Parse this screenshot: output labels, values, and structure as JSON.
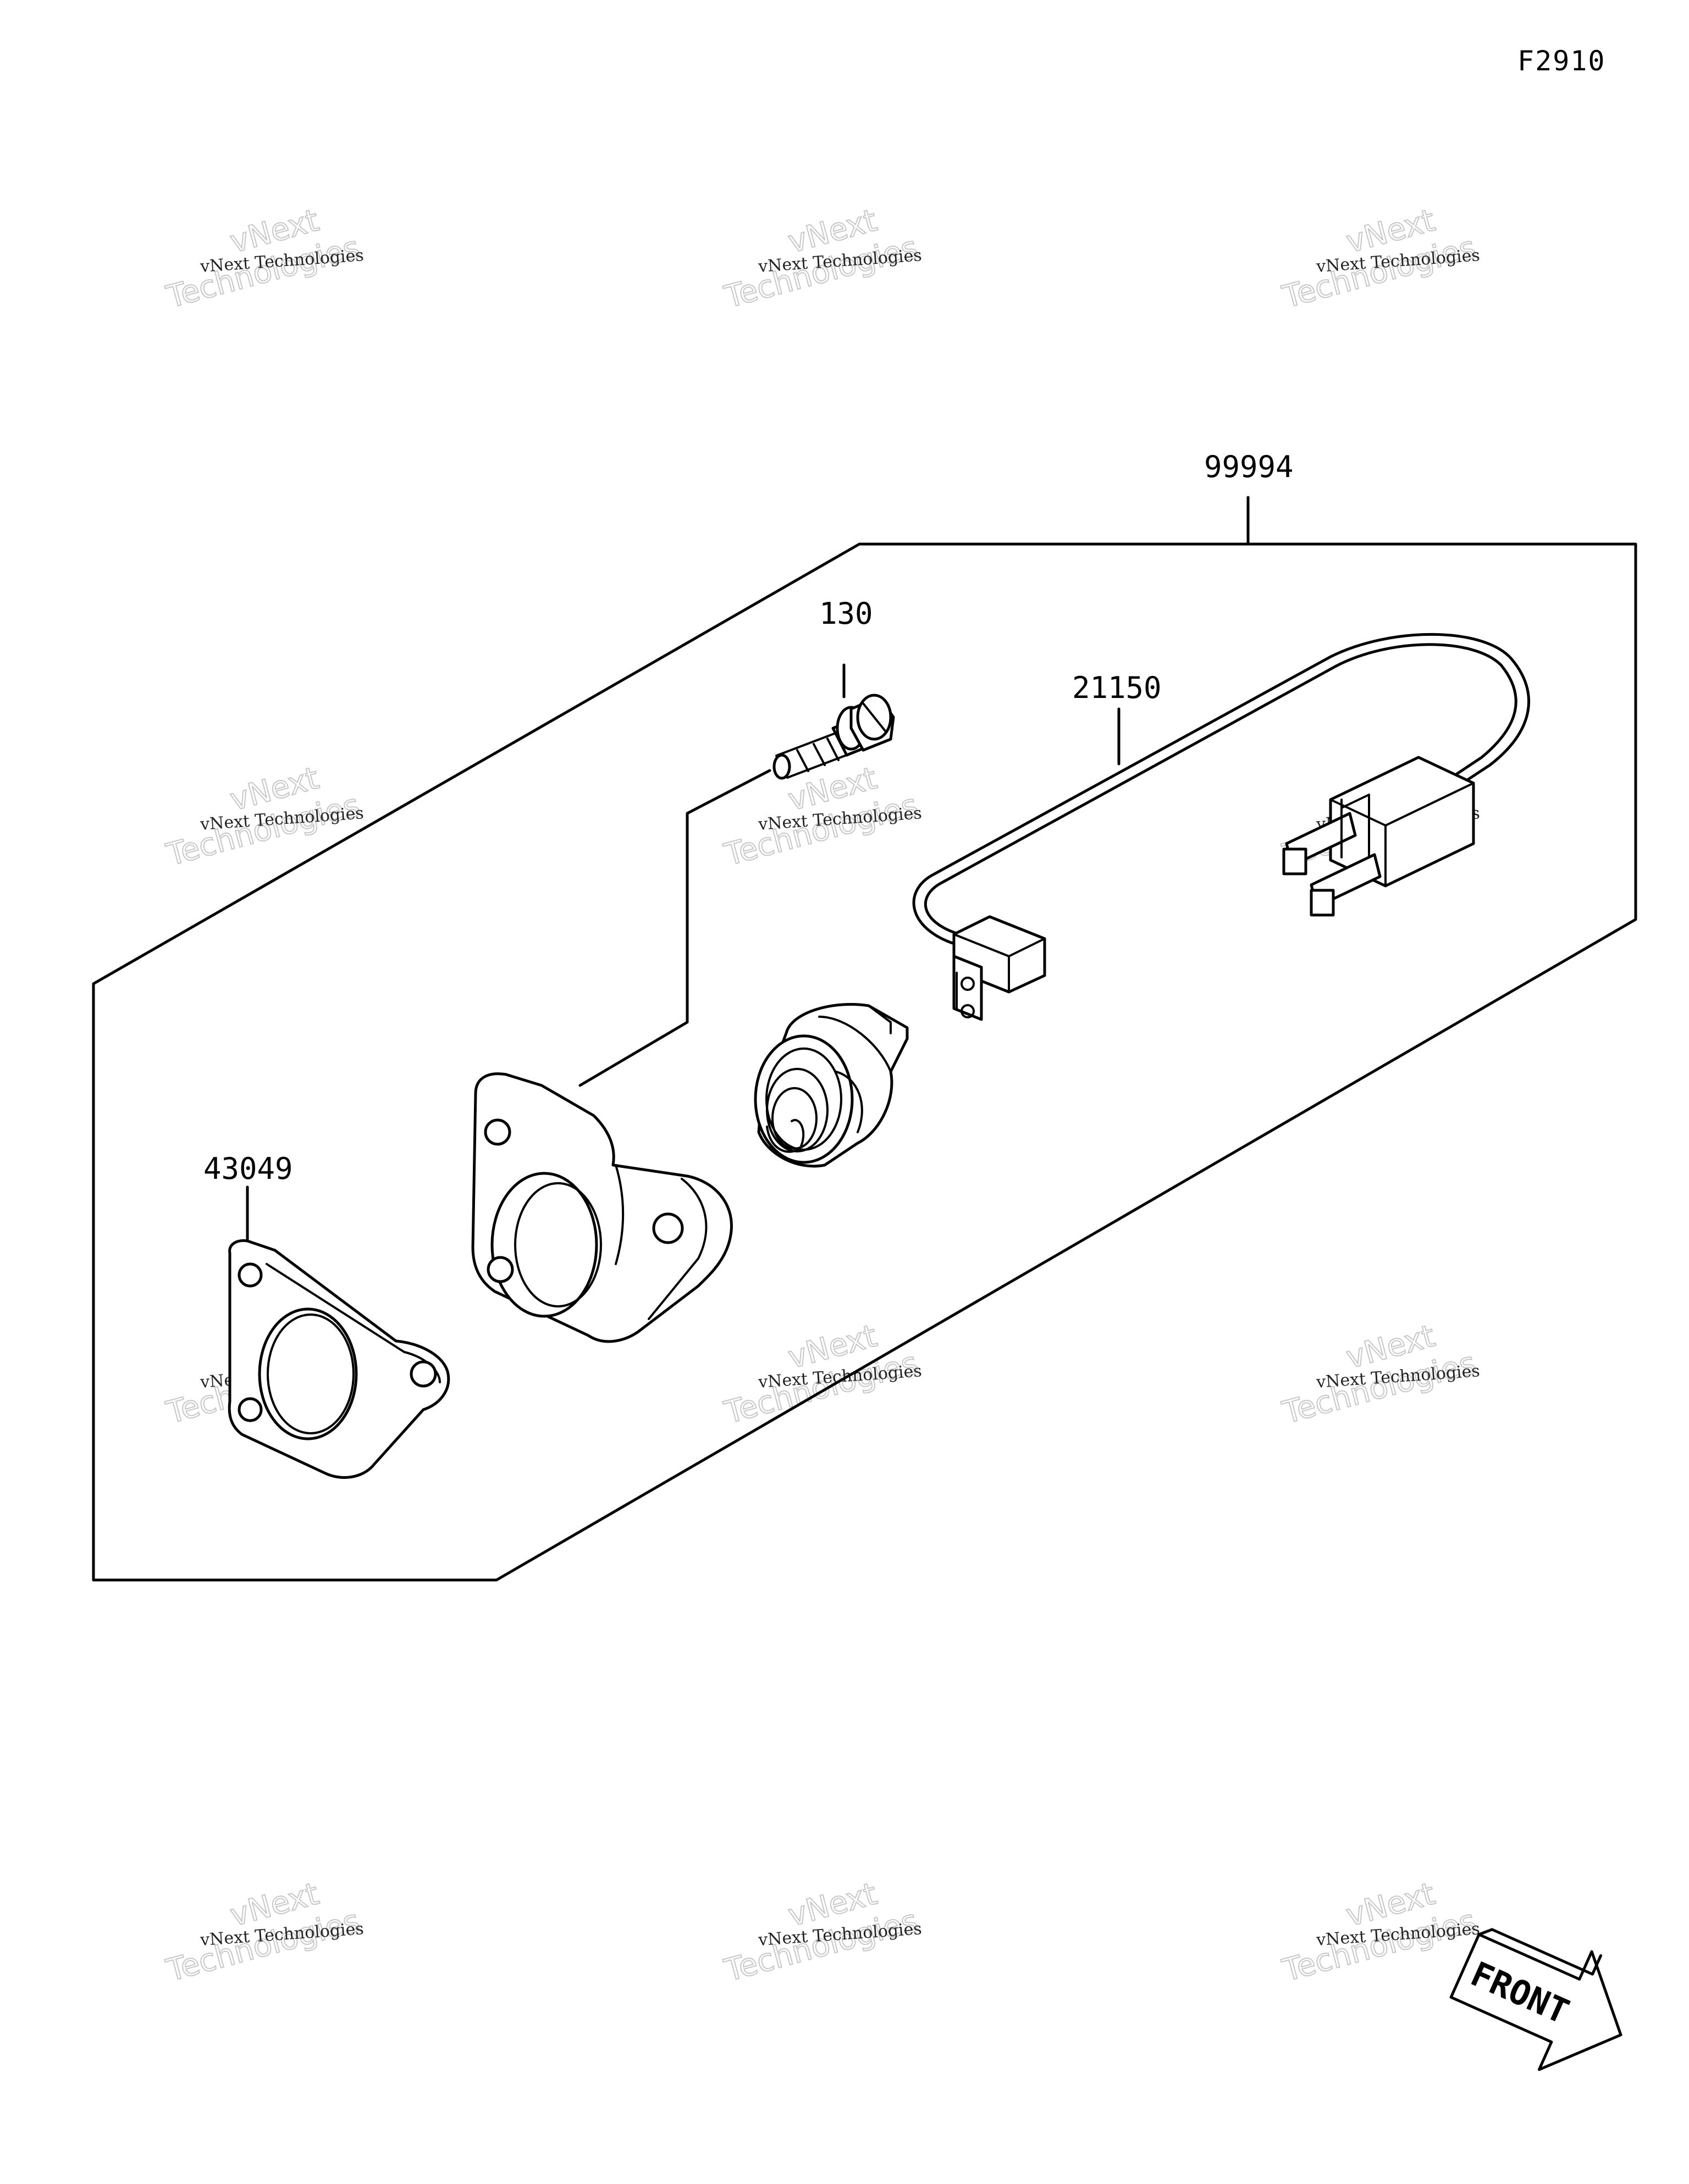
{
  "diagram_code": "F2910",
  "parts": {
    "kit": "99994",
    "bolt": "130",
    "harness": "21150",
    "gasket": "43049"
  },
  "watermark": {
    "line1": "vNext Technologies",
    "line2a": "vNext",
    "line2b": "Technologies"
  },
  "direction_indicator": "FRONT"
}
